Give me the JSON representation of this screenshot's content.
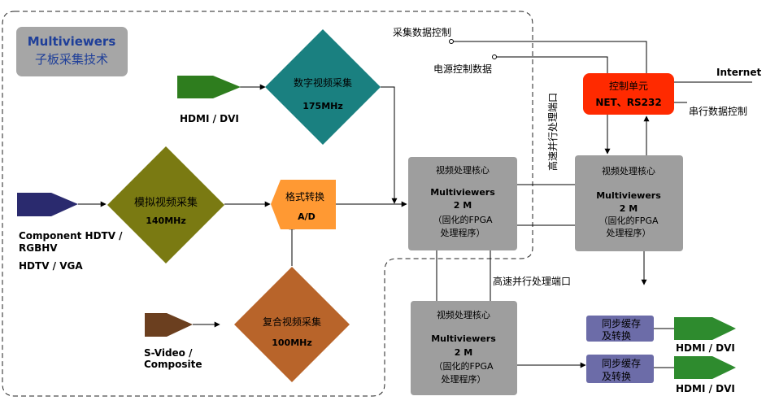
{
  "title": {
    "line1": "Multiviewers",
    "line2": "子板采集技术"
  },
  "colors": {
    "title_box": "#a6a6a6",
    "title_text": "#1f3f99",
    "hdmi_in": "#2e7d1e",
    "digital_capture": "#1a8080",
    "component_in": "#2a2a6e",
    "analog_capture": "#7a7a12",
    "format_convert": "#ff9933",
    "svideo_in": "#6b3f1f",
    "composite_capture": "#b8642a",
    "core": "#9e9e9e",
    "control": "#ff2a00",
    "sync": "#6c6ca8",
    "hdmi_out": "#2e8b2e",
    "line": "#000000"
  },
  "inputs": {
    "hdmi_dvi": "HDMI / DVI",
    "component_line1": "Component HDTV /",
    "component_line2": "RGBHV",
    "component_line3": "HDTV / VGA",
    "svideo_line1": "S-Video /",
    "svideo_line2": "Composite"
  },
  "captures": {
    "digital": {
      "label": "数字视频采集",
      "freq": "175MHz"
    },
    "analog": {
      "label": "模拟视频采集",
      "freq": "140MHz"
    },
    "composite": {
      "label": "复合视频采集",
      "freq": "100MHz"
    }
  },
  "format_convert": {
    "label": "格式转换",
    "sub": "A/D"
  },
  "cores": [
    {
      "title": "视频处理核心",
      "name": "Multiviewers",
      "mem": "2 M",
      "fpga1": "（固化的FPGA",
      "fpga2": "处理程序）"
    },
    {
      "title": "视频处理核心",
      "name": "Multiviewers",
      "mem": "2 M",
      "fpga1": "（固化的FPGA",
      "fpga2": "处理程序）"
    },
    {
      "title": "视频处理核心",
      "name": "Multiviewers",
      "mem": "2 M",
      "fpga1": "（固化的FPGA",
      "fpga2": "处理程序）"
    }
  ],
  "control_unit": {
    "line1": "控制单元",
    "line2": "NET、RS232"
  },
  "labels": {
    "capture_control": "采集数据控制",
    "power_control": "电源控制数据",
    "highspeed_vertical": "高速并行处理端口",
    "highspeed_horizontal": "高速并行处理端口",
    "internet": "Internet",
    "serial_control": "串行数据控制"
  },
  "sync": [
    {
      "line1": "同步缓存",
      "line2": "及转换"
    },
    {
      "line1": "同步缓存",
      "line2": "及转换"
    }
  ],
  "outputs": [
    "HDMI / DVI",
    "HDMI / DVI"
  ]
}
